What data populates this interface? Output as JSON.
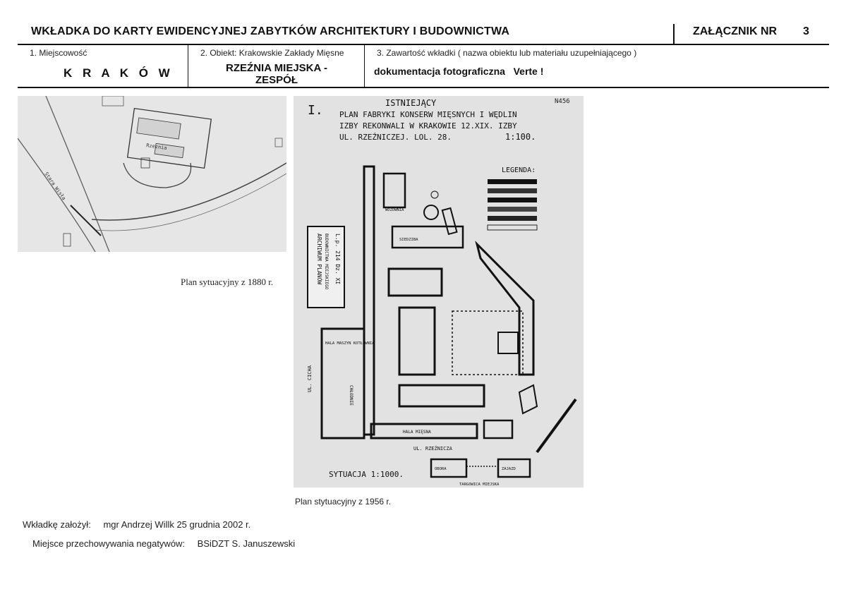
{
  "header": {
    "title": "WKŁADKA DO KARTY EWIDENCYJNEJ ZABYTKÓW ARCHITEKTURY I BUDOWNICTWA",
    "annex_label": "ZAŁĄCZNIK NR",
    "annex_number": "3"
  },
  "fields": {
    "locality": {
      "label": "1. Miejscowość",
      "value": "K R A K Ó W"
    },
    "object": {
      "label": "2. Obiekt: Krakowskie Zakłady Mięsne",
      "value_line1": "RZEŹNIA MIEJSKA -",
      "value_line2": "ZESPÓŁ"
    },
    "contents": {
      "label": "3. Zawartość wkładki ( nazwa obiektu lub materiału uzupełniającego )",
      "value": "dokumentacja fotograficzna   Verte !"
    }
  },
  "images": {
    "map_1880": {
      "caption": "Plan sytuacyjny z 1880 r.",
      "labels": {
        "building": "Rzeznia",
        "street": "Stara Wisła"
      }
    },
    "plan_1956": {
      "caption": "Plan stytuacyjny z 1956 r.",
      "sheet_number": "N456",
      "title_roman": "I.",
      "title_line1": "ISTNIEJĄCY",
      "title_line2": "PLAN FABRYKI KONSERW MIĘSNYCH I WĘDLIN",
      "title_line3": "IZBY REKONWALI W KRAKOWIE 12.XIX. IZBY",
      "title_line4": "UL. RZEŹNICZEJ. LOL. 28.",
      "scale": "1:100.",
      "legend_title": "LEGENDA:",
      "stamp_line1": "ARCHIWUM PLANÓW",
      "stamp_line2": "BUDOWNICTWA MIEJSKIEGO",
      "stamp_line3": "L.p. 214 Dz. XI",
      "label_wozownia": "WOZOWNIA",
      "label_siedziba": "SIEDZIBA",
      "label_kotlownia": "HALA MASZYN KOTŁOWNIA",
      "label_chlodnie": "CHŁODNIE",
      "label_hala_miesna": "HALA MIĘSNA",
      "label_ul_rzeznicza": "UL. RZEŹNICZA",
      "label_ul_cicha": "UL. CICHA",
      "label_situacja": "SYTUACJA 1:1000.",
      "label_targowica": "TARGOWICA MIEJSKA",
      "label_obora": "OBORA",
      "label_zajazd": "ZAJAZD"
    }
  },
  "footer": {
    "founder_label": "Wkładkę założył:",
    "founder_value": "mgr Andrzej Willk  25 grudnia 2002 r.",
    "storage_label": "Miejsce przechowywania negatywów:",
    "storage_value": "BSiDZT S. Januszewski"
  }
}
